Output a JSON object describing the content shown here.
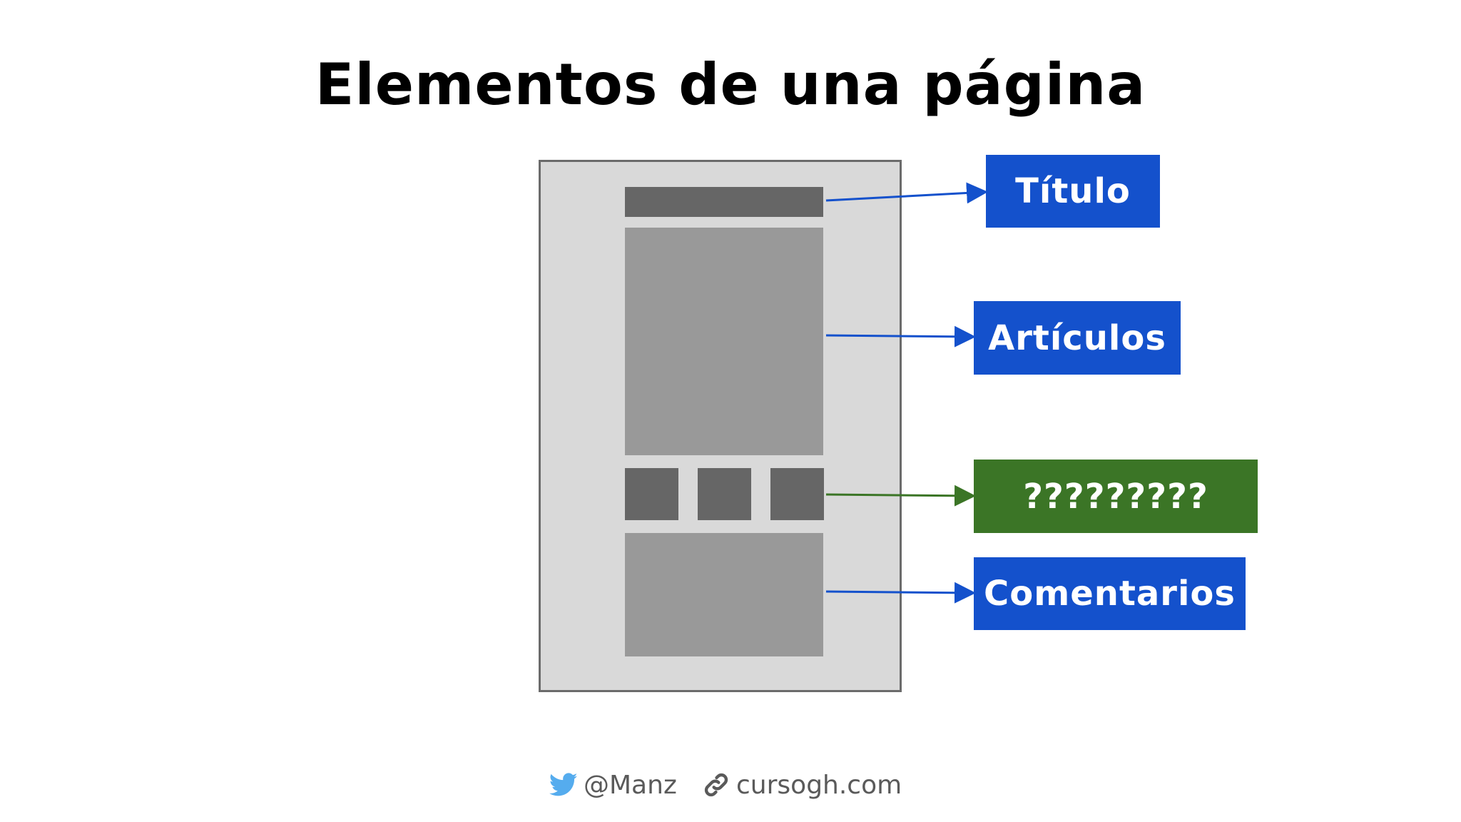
{
  "title": "Elementos de una página",
  "labels": {
    "titulo": "Título",
    "articulos": "Artículos",
    "unknown": "?????????",
    "comentarios": "Comentarios"
  },
  "colors": {
    "label_blue": "#1451cc",
    "label_green": "#3b7526",
    "arrow_blue": "#1451cc",
    "arrow_green": "#3b7526",
    "page_bg": "#d9d9d9",
    "block_dark": "#666666",
    "block_mid": "#999999"
  },
  "footer": {
    "twitter_handle": "@Manz",
    "website": "cursogh.com",
    "twitter_icon": "twitter-bird-icon",
    "link_icon": "link-chain-icon"
  }
}
